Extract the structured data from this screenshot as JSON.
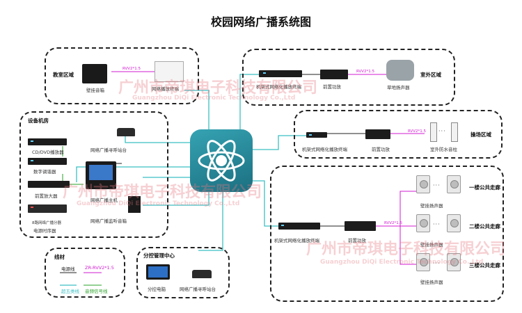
{
  "title": "校园网络广播系统图",
  "zones": {
    "classroom": "教室区域",
    "outdoor": "室外区域",
    "equipment_room": "设备机房",
    "playground": "操场区域",
    "branch_control": "分控管理中心",
    "cables": "线材",
    "floor1": "一楼公共走廊",
    "floor2": "二楼公共走廊",
    "floor3": "三楼公共走廊"
  },
  "devices": {
    "wall_speaker_classroom": "壁挂音箱",
    "net_terminal_classroom": "网络播放终端",
    "rack_terminal_outdoor": "机架式网络化播放终端",
    "preamp_outdoor": "前置功放",
    "lawn_speaker": "草地扬声器",
    "cd_player": "CD/DVD播放器",
    "tuner": "数字调谐器",
    "pre_amp": "前置放大器",
    "power_sequencer_lbl1": "8路网络广播分器",
    "power_sequencer": "电源时序器",
    "paging_mic_room": "网络广播寻呼站台",
    "host": "网络广播主机",
    "monitor_speaker": "网络广播监听音箱",
    "rack_terminal_play": "机架式网络化播放终端",
    "preamp_play": "前置功放",
    "column_speaker": "室外防水音柱",
    "rack_terminal_hall": "机架式网络化播放终端",
    "preamp_hall": "前置功放",
    "wall_speaker_f1": "壁挂扬声器",
    "wall_speaker_f2": "壁挂扬声器",
    "wall_speaker_f3": "壁挂扬声器",
    "branch_pc": "分控电脑",
    "branch_mic": "网络广播寻呼站台"
  },
  "cable_tags": {
    "classroom": "RVV2*1.5",
    "outdoor": "RVV2*1.5",
    "playground": "RVV2*1.5",
    "hall": "RVV2*1.5"
  },
  "legend": {
    "power": "电源线",
    "speaker_cable": "ZR-RVV2*1.5",
    "cat5": "超五类线",
    "audio": "音频信号线"
  },
  "colors": {
    "network": "#3bbfc4",
    "speaker": "#d11bd1",
    "audio": "#2aa02a",
    "power": "#222222"
  },
  "watermark": {
    "cn": "广州市帝琪电子科技有限公司",
    "en": "Guangzhou DiQi Electronic Technology Co.,Ltd"
  }
}
